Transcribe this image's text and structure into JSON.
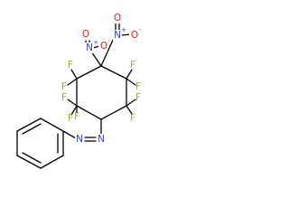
{
  "molecule": {
    "colors": {
      "bond": "#000000",
      "fluorine": "#8fb32b",
      "oxygen": "#e01e1e",
      "nitrogen": "#2f3fd8",
      "carbon": "#000000"
    },
    "atoms": {
      "n_nitro_1": "N",
      "o_nitro_1a": "O",
      "o_nitro_1b": "O",
      "charge_plus_1": "+",
      "charge_minus_1": "-",
      "n_nitro_2": "N",
      "o_nitro_2a": "O",
      "o_nitro_2b": "O",
      "charge_plus_2": "+",
      "charge_minus_2": "-",
      "f1": "F",
      "f2": "F",
      "f3": "F",
      "f4": "F",
      "f5": "F",
      "f6": "F",
      "f7": "F",
      "f8": "F",
      "f9": "F",
      "n_azo_1": "N",
      "n_azo_2": "N"
    }
  }
}
